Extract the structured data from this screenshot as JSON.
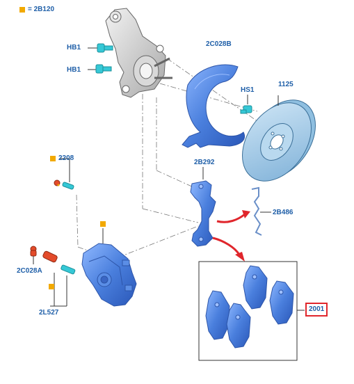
{
  "legend": {
    "symbol": "■",
    "text": "= 2B120",
    "color": "#f2a900"
  },
  "labels": {
    "hb1_top": "HB1",
    "hb1_bottom": "HB1",
    "shield": "2C028B",
    "hs1": "HS1",
    "disc": "1125",
    "sensor": "2208",
    "carrier": "2B292",
    "clip": "2B486",
    "bolt_caliper": "2C028A",
    "guide_pin": "2L527",
    "pads": "2001"
  },
  "colors": {
    "part_blue": "#4a7fdd",
    "bolt_cyan": "#35c8d6",
    "arrow_red": "#e0262c",
    "label_blue": "#1f5fa8",
    "marker_orange": "#f2a900",
    "disc_blue": "#a9cfe9"
  }
}
